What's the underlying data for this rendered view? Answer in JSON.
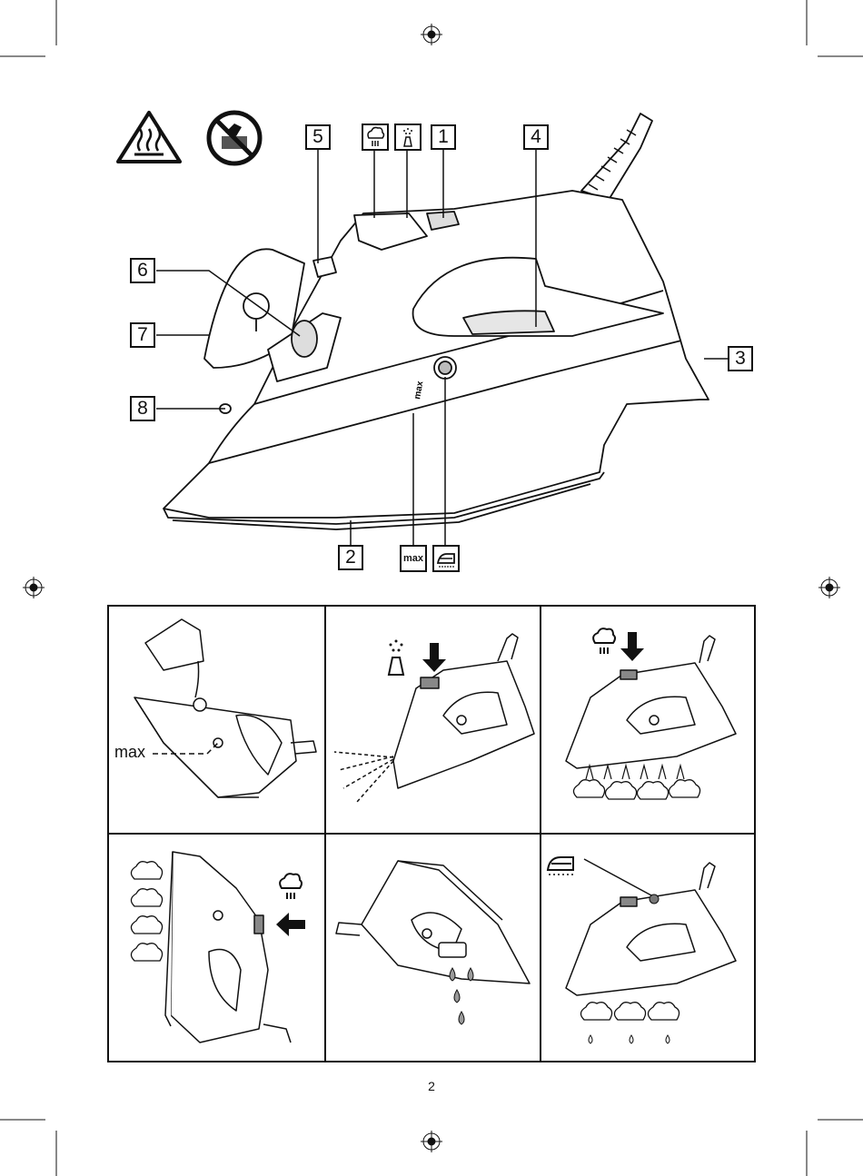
{
  "page_number": "2",
  "diagram": {
    "callouts": [
      "1",
      "2",
      "3",
      "4",
      "5",
      "6",
      "7",
      "8"
    ],
    "water_level_marking": "max",
    "max_symbol_label": "max",
    "symbols": [
      "hot-surface-icon",
      "no-immersion-icon",
      "burst-of-steam-icon",
      "spray-icon",
      "iron-soleplate-icon"
    ]
  },
  "steps": {
    "fill_max_label": "max"
  },
  "colors": {
    "line": "#111111",
    "fill_grey": "#9a9a9a",
    "background": "#ffffff"
  }
}
